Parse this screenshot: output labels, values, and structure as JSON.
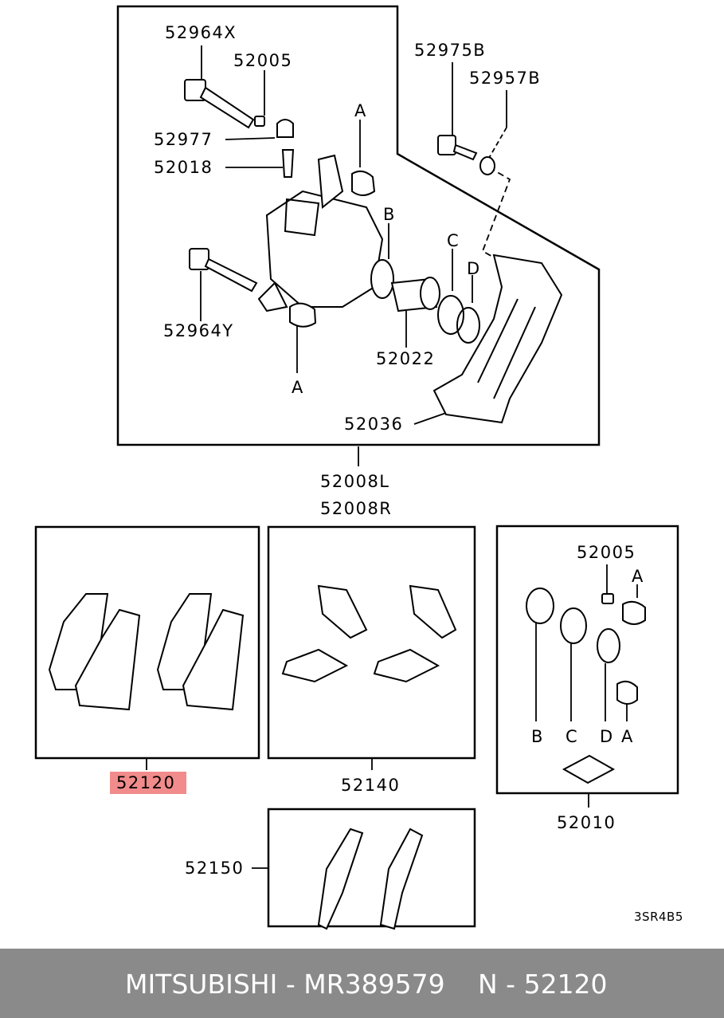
{
  "labels": {
    "p52964X": "52964X",
    "p52005a": "52005",
    "p52977": "52977",
    "p52018": "52018",
    "p52975B": "52975B",
    "p52957B": "52957B",
    "p52964Y": "52964Y",
    "p52022": "52022",
    "p52036": "52036",
    "p52008L": "52008L",
    "p52008R": "52008R",
    "p52120": "52120",
    "p52140": "52140",
    "p52005b": "52005",
    "p52010": "52010",
    "p52150": "52150",
    "refA1": "A",
    "refA2": "A",
    "refB": "B",
    "refC": "C",
    "refD": "D",
    "kitB": "B",
    "kitC": "C",
    "kitD": "D",
    "kitA": "A",
    "kitA2": "A",
    "drawing_code": "3SR4B5"
  },
  "footer": {
    "brand_part": "MITSUBISHI - MR389579",
    "ref": "N - 52120"
  },
  "colors": {
    "highlight": "#f28b8b",
    "footer_bg": "#8a8a8a"
  }
}
